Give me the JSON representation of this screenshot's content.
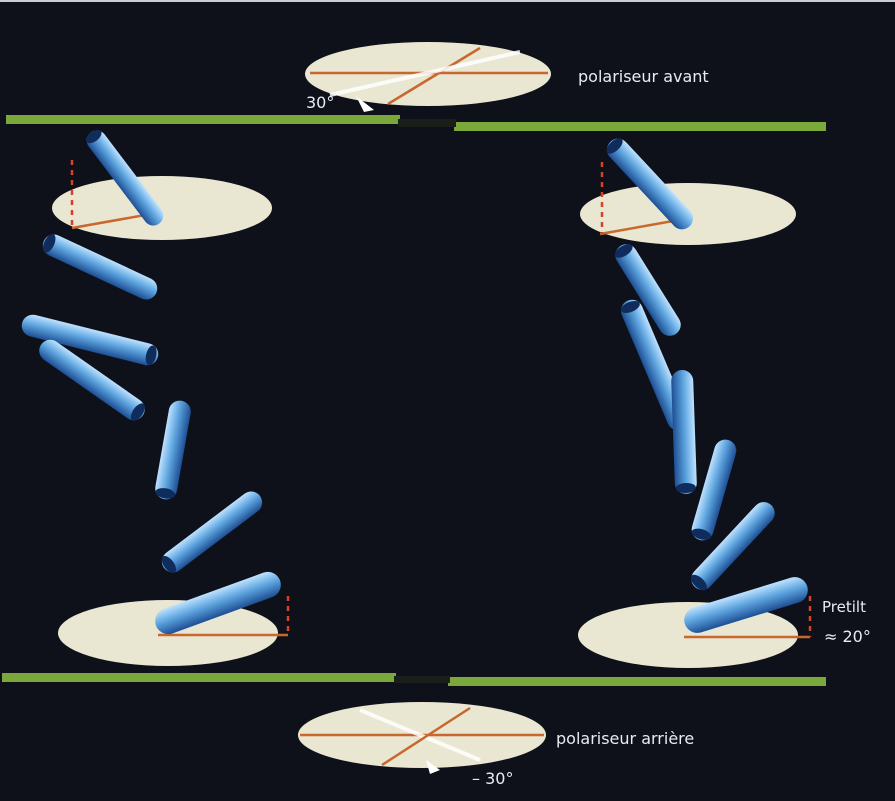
{
  "labels": {
    "front_polarizer": "polariseur avant",
    "front_angle": "30°",
    "rear_polarizer": "polariseur arrière",
    "rear_angle": "– 30°",
    "pretilt_title": "Pretilt",
    "pretilt_value": "≈ 20°"
  },
  "colors": {
    "background": "#0e1119",
    "glass_plate": "#7aa83a",
    "disc": "#e9e6d2",
    "molecule": "#6aaee0",
    "tilt_line": "#d0602a"
  }
}
